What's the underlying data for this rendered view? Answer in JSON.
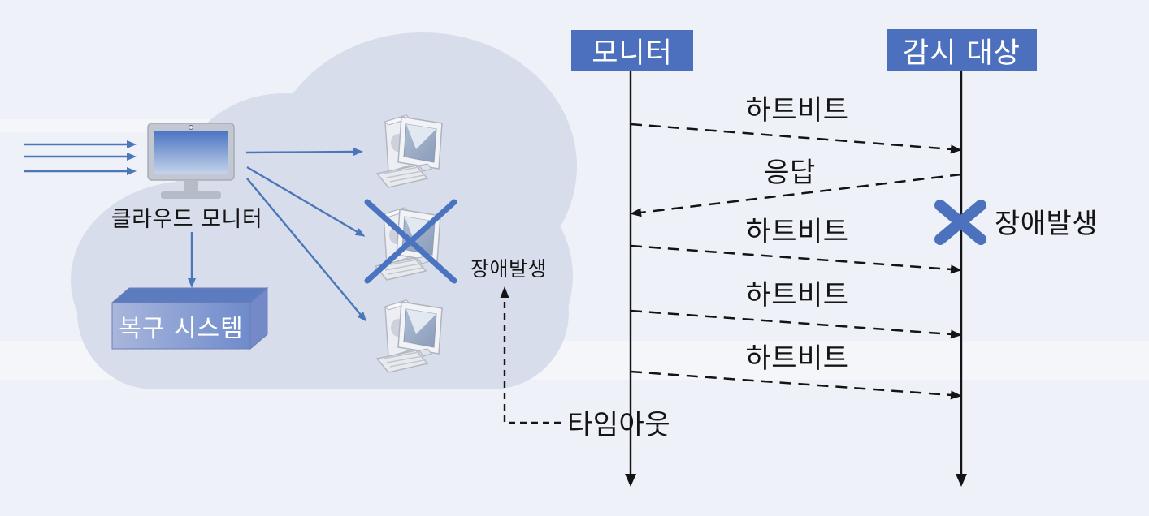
{
  "left_panel": {
    "cloud_monitor_label": "클라우드 모니터",
    "recovery_system_label": "복구 시스템",
    "failure_label": "장애발생"
  },
  "sequence_diagram": {
    "monitor_title": "모니터",
    "target_title": "감시 대상",
    "messages": [
      {
        "label": "하트비트",
        "direction": "right"
      },
      {
        "label": "응답",
        "direction": "left"
      },
      {
        "label": "하트비트",
        "direction": "right"
      },
      {
        "label": "하트비트",
        "direction": "right"
      },
      {
        "label": "하트비트",
        "direction": "right"
      }
    ],
    "failure_label": "장애발생",
    "timeout_label": "타임아웃"
  },
  "colors": {
    "background": "#eef1f7",
    "cloud_fill": "#d8ddec",
    "header_box_blue": "#4c70bd",
    "arrow_blue": "#4b76ba",
    "x_mark_blue": "#4d72bd",
    "line_black": "#141414",
    "screen_gradient_top": "#4a74c2",
    "screen_gradient_bottom": "#c6d4ea"
  }
}
